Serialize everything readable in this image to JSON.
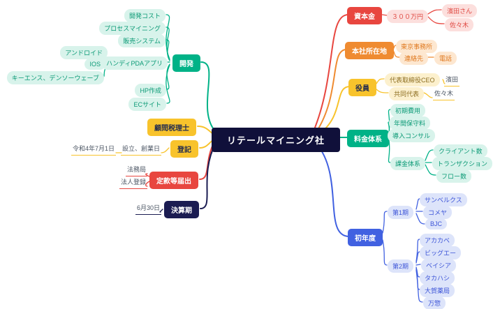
{
  "center": "リテールマイニング社",
  "nodes": {
    "dev": "開発",
    "dev_cost": "開発コスト",
    "process_mining": "プロセスマイニング",
    "sales_system": "販売システム",
    "pda_app": "ハンディPDAアプリ",
    "android": "アンドロイド",
    "ios": "IOS",
    "keyence_denso": "キーエンス、デンソーウェーブ",
    "hp_create": "HP作成",
    "ec_site": "ECサイト",
    "tax_advisor": "顧問税理士",
    "registration": "登記",
    "founding": "設立、創業日",
    "founding_date": "令和4年7月1日",
    "articles_filing": "定款等届出",
    "legal_bureau": "法務局",
    "corporate_reg": "法人登録",
    "fiscal_term": "決算期",
    "fiscal_date": "6月30日",
    "capital": "資本金",
    "capital_amount": "３００万円",
    "hamada_san": "濱田さん",
    "sasaki_capital": "佐々木",
    "head_office": "本社所在地",
    "tokyo_office": "東京事務所",
    "contact": "連絡先",
    "phone": "電話",
    "officers": "役員",
    "ceo": "代表取締役CEO",
    "hamada": "濱田",
    "co_representative": "共同代表",
    "sasaki_officer": "佐々木",
    "pricing": "料金体系",
    "initial_cost": "初期費用",
    "annual_maintenance": "年間保守料",
    "implementation_consulting": "導入コンサル",
    "billing_system": "課金体系",
    "client_count": "クライアント数",
    "transaction": "トランザクション",
    "flow_count": "フロー数",
    "first_year": "初年度",
    "term_1": "第1期",
    "sunbelx": "サンベルクス",
    "komeya": "コメヤ",
    "bjc": "BJC",
    "term_2": "第2期",
    "akakabe": "アカカベ",
    "big_a": "ビッグエー",
    "beisia": "ベイシア",
    "takahashi": "タカハシ",
    "taiga_pharmacy": "大賀薬局",
    "manso": "万惣"
  },
  "colors": {
    "center_bg": "#10103a",
    "green": "#00b287",
    "yellow": "#f8c32c",
    "red": "#e8463f",
    "orange": "#ef8b31",
    "navy": "#1b1c52",
    "blue": "#4161e1"
  }
}
